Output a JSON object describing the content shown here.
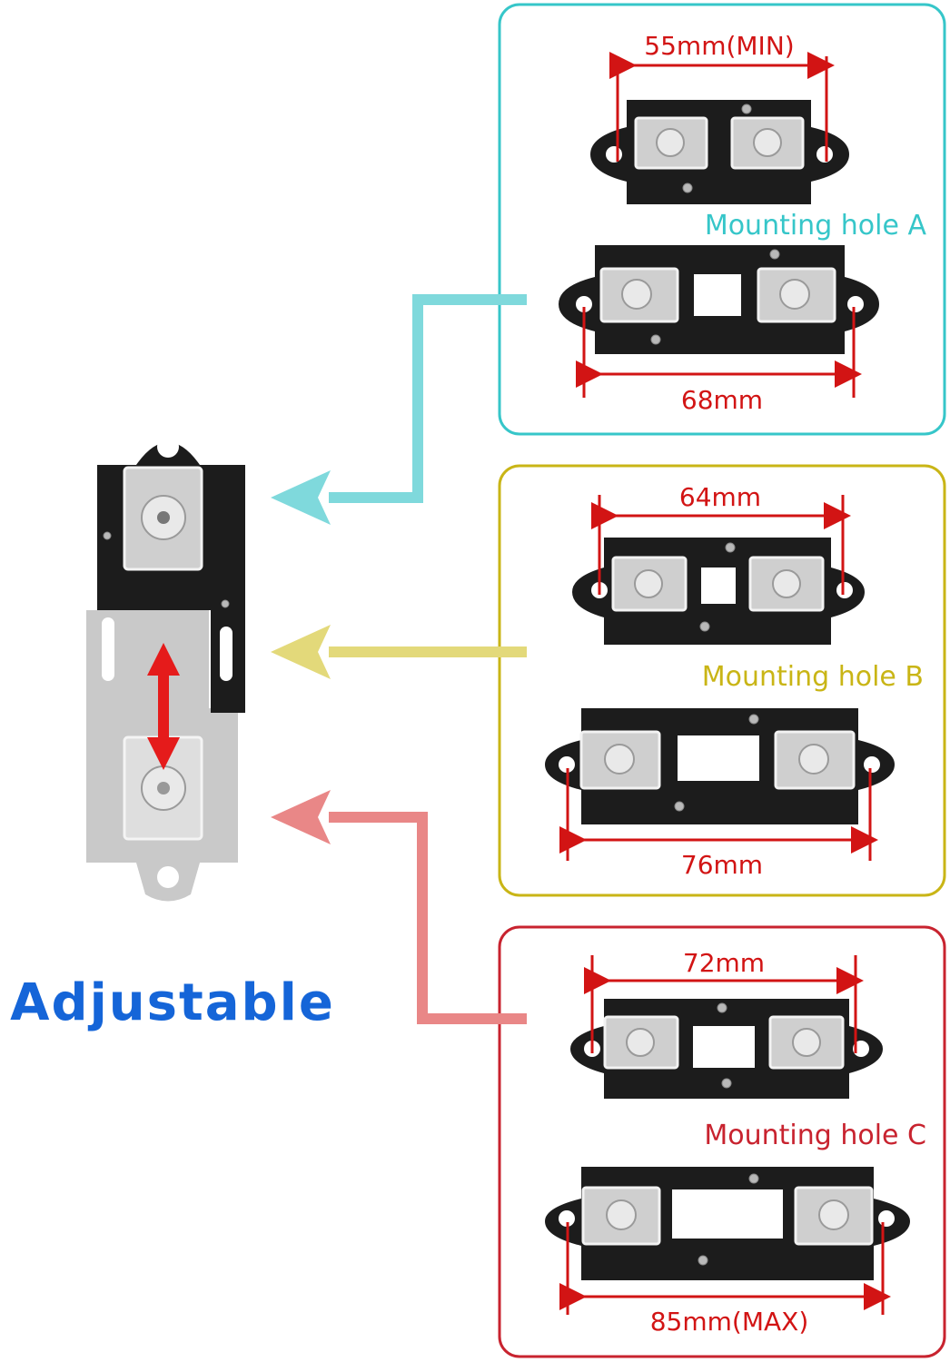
{
  "caption": "Adjustable",
  "colors": {
    "hole_a": "#36c6c9",
    "hole_b": "#c9b516",
    "hole_c": "#c8232f",
    "dimension": "#d21414",
    "caption": "#1565d8"
  },
  "groups": {
    "a": {
      "label": "Mounting hole A",
      "top_dimension": "55mm(MIN)",
      "bottom_dimension": "68mm"
    },
    "b": {
      "label": "Mounting hole B",
      "top_dimension": "64mm",
      "bottom_dimension": "76mm"
    },
    "c": {
      "label": "Mounting hole C",
      "top_dimension": "72mm",
      "bottom_dimension": "85mm(MAX)"
    }
  }
}
